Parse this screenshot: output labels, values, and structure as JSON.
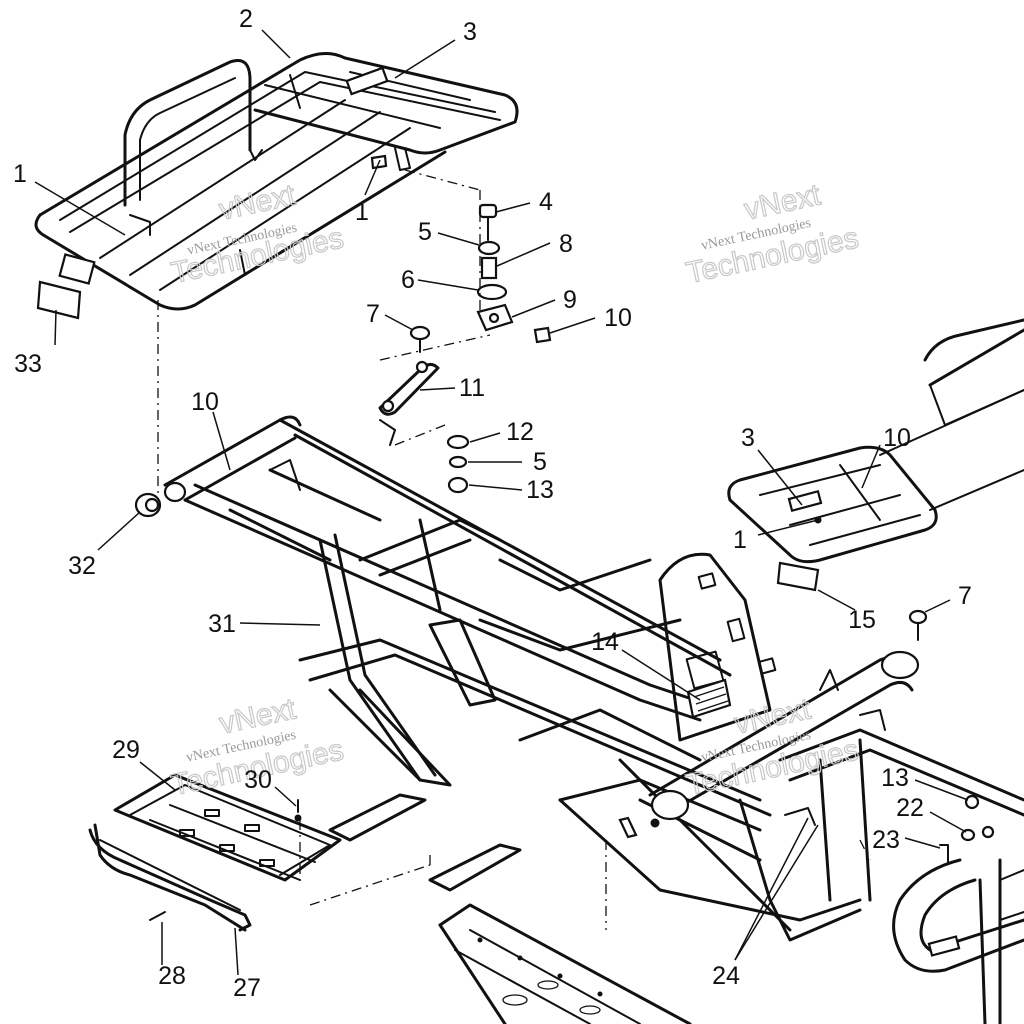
{
  "diagram": {
    "watermarks": [
      {
        "brand": "vNext",
        "company": "vNext Technologies",
        "word": "Technologies"
      },
      {
        "brand": "vNext",
        "company": "vNext Technologies",
        "word": "Technologies"
      },
      {
        "brand": "vNext",
        "company": "vNext Technologies",
        "word": "Technologies"
      },
      {
        "brand": "vNext",
        "company": "vNext Technologies",
        "word": "Technologies"
      }
    ],
    "callouts": {
      "c1a": "1",
      "c1b": "1",
      "c1c": "1",
      "c2": "2",
      "c3a": "3",
      "c3b": "3",
      "c4": "4",
      "c5a": "5",
      "c5b": "5",
      "c6": "6",
      "c7a": "7",
      "c7b": "7",
      "c8": "8",
      "c9": "9",
      "c10a": "10",
      "c10b": "10",
      "c10c": "10",
      "c11": "11",
      "c12": "12",
      "c13a": "13",
      "c13b": "13",
      "c14": "14",
      "c15": "15",
      "c22": "22",
      "c23": "23",
      "c24": "24",
      "c27": "27",
      "c28": "28",
      "c29": "29",
      "c30": "30",
      "c31": "31",
      "c32": "32",
      "c33": "33"
    }
  }
}
